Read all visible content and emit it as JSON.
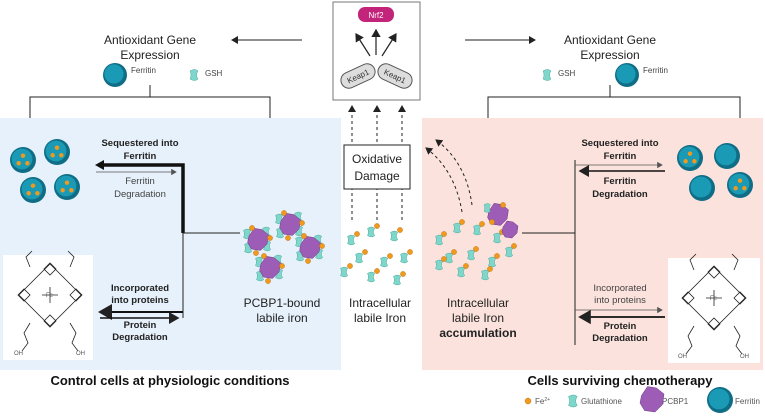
{
  "colors": {
    "control_panel": "#e6f1fb",
    "chemo_panel": "#fbe2dc",
    "ferritin": "#1b9ab6",
    "glutathione": "#7fd6cb",
    "pcbp1": "#9d5cb5",
    "iron": "#ef9a1e",
    "nrf2": "#c2247a"
  },
  "top": {
    "left_expression": [
      "Antioxidant Gene",
      "Expression"
    ],
    "right_expression": [
      "Antioxidant Gene",
      "Expression"
    ],
    "ferritin_label": "Ferritin",
    "gsh_label": "GSH",
    "nrf2": "Nrf2",
    "keap1": "Keap1"
  },
  "center": {
    "oxidative_damage": [
      "Oxidative",
      "Damage"
    ],
    "labile_iron": [
      "Intracellular",
      "labile Iron"
    ]
  },
  "control": {
    "title": "Control cells at physiologic conditions",
    "sequestered": [
      "Sequestered into",
      "Ferritin"
    ],
    "ferritin_degradation": [
      "Ferritin",
      "Degradation"
    ],
    "incorporated": [
      "Incorporated",
      "into proteins"
    ],
    "protein_degradation": [
      "Protein",
      "Degradation"
    ],
    "pcbp1_bound": [
      "PCBP1-bound",
      "labile iron"
    ]
  },
  "chemo": {
    "title": "Cells surviving chemotherapy",
    "sequestered": [
      "Sequestered into",
      "Ferritin"
    ],
    "ferritin_degradation": [
      "Ferritin",
      "Degradation"
    ],
    "incorporated": [
      "Incorporated",
      "into proteins"
    ],
    "protein_degradation": [
      "Protein",
      "Degradation"
    ],
    "accumulation": [
      "Intracellular",
      "labile Iron",
      "accumulation"
    ]
  },
  "heme_labels": {
    "acid": "OH",
    "fe": "Fe"
  },
  "legend": [
    {
      "label": "Fe",
      "sup": "2+"
    },
    {
      "label": "Glutathione"
    },
    {
      "label": "PCBP1"
    },
    {
      "label": "Ferritin"
    }
  ]
}
